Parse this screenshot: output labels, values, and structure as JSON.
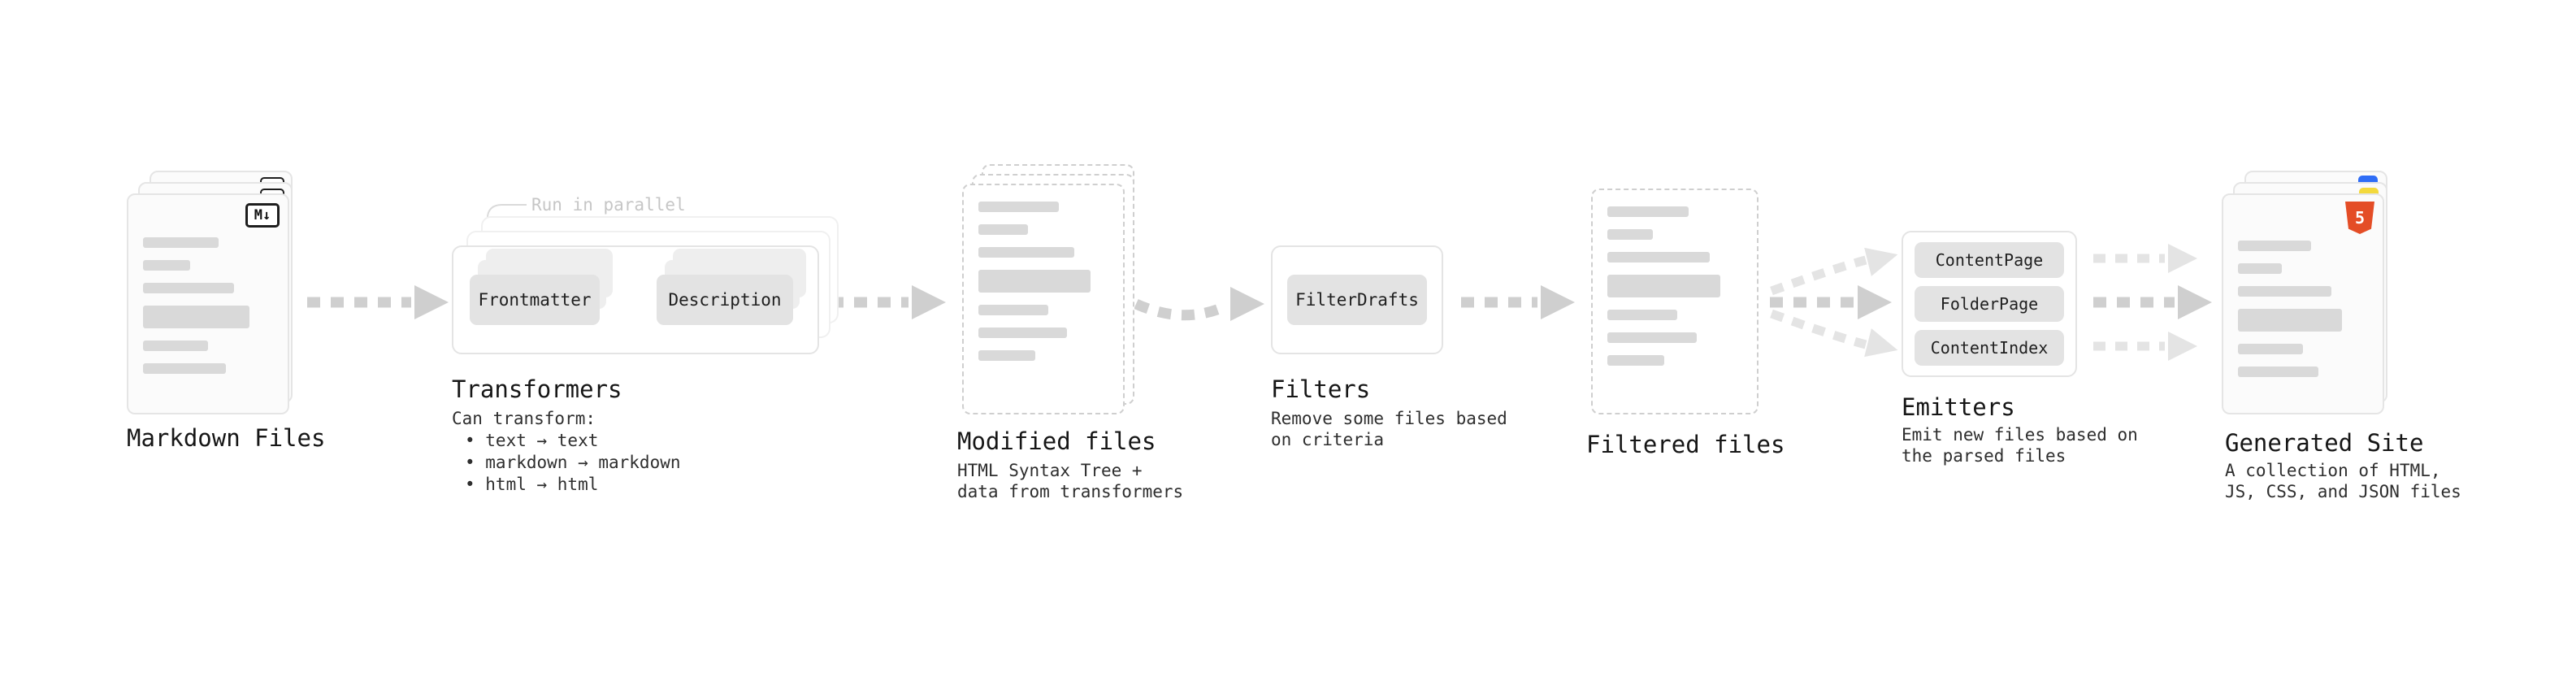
{
  "stages": {
    "markdown_files": {
      "label": "Markdown Files",
      "icon": "M↓"
    },
    "transformers": {
      "label": "Transformers",
      "annotation": "Run in parallel",
      "nodes": [
        "Frontmatter",
        "Description"
      ],
      "desc": [
        "Can transform:",
        "• text → text",
        "• markdown → markdown",
        "• html → html"
      ]
    },
    "modified_files": {
      "label": "Modified files",
      "desc": [
        "HTML Syntax Tree +",
        "data from transformers"
      ]
    },
    "filters": {
      "label": "Filters",
      "nodes": [
        "FilterDrafts"
      ],
      "desc": [
        "Remove some files based",
        "on criteria"
      ]
    },
    "filtered_files": {
      "label": "Filtered files"
    },
    "emitters": {
      "label": "Emitters",
      "nodes": [
        "ContentPage",
        "FolderPage",
        "ContentIndex"
      ],
      "desc": [
        "Emit new files based on",
        "the parsed files"
      ]
    },
    "generated_site": {
      "label": "Generated Site",
      "icon": "5",
      "desc": [
        "A collection of HTML,",
        "JS, CSS, and JSON files"
      ]
    }
  },
  "colors": {
    "arrow": "#cfcfcf",
    "arrow_light": "#e4e4e4",
    "card_border": "#e5e5e5",
    "card_dashed_border": "#cfcfcf",
    "placeholder_bar": "#d9d9d9",
    "button_bg": "#e3e3e3",
    "html5_orange": "#e44d26",
    "js_yellow": "#f3d93c",
    "css_blue": "#2f6df6"
  }
}
